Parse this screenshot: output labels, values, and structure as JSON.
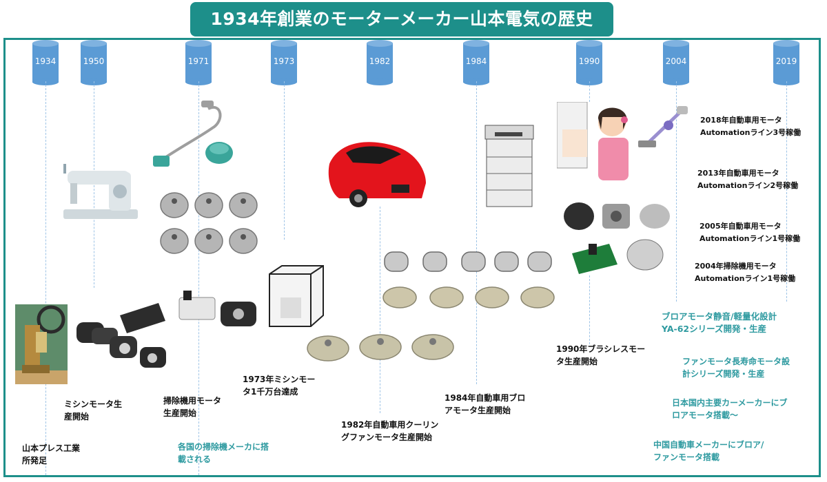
{
  "title": "1934年創業のモーターメーカー山本電気の歴史",
  "years": [
    "1934",
    "1950",
    "1971",
    "1973",
    "1982",
    "1984",
    "1990",
    "2004",
    "2019"
  ],
  "events": [
    {
      "key": "e1934",
      "lines": [
        "山本プレス工業",
        "所発足"
      ]
    },
    {
      "key": "e1950",
      "lines": [
        "ミシンモータ生",
        "産開始"
      ]
    },
    {
      "key": "e1971",
      "lines": [
        "掃除機用モータ",
        "生産開始"
      ]
    },
    {
      "key": "e1973",
      "lines": [
        "1973年ミシンモー",
        "タ1千万台達成"
      ]
    },
    {
      "key": "e1982",
      "lines": [
        "1982年自動車用クーリン",
        "グファンモータ生産開始"
      ]
    },
    {
      "key": "e1984",
      "lines": [
        "1984年自動車用ブロ",
        "アモータ生産開始"
      ]
    },
    {
      "key": "e1990",
      "lines": [
        "1990年ブラシレスモー",
        "タ生産開始"
      ]
    }
  ],
  "teal_left": [
    "各国の掃除機メーカに搭",
    "載される"
  ],
  "right_milestones": [
    [
      "2018年自動車用モータ",
      "Automationライン3号稼働"
    ],
    [
      "2013年自動車用モータ",
      "Automationライン2号稼働"
    ],
    [
      "2005年自動車用モータ",
      "Automationライン1号稼働"
    ],
    [
      "2004年掃除機用モータ",
      "Automationライン1号稼働"
    ]
  ],
  "teal_right": [
    [
      "ブロアモータ静音/軽量化設計",
      "YA-62シリーズ開発・生産"
    ],
    [
      "ファンモータ長寿命モータ設",
      "計シリーズ開発・生産"
    ],
    [
      "日本国内主要カーメーカーにブ",
      "ロアモータ搭載～"
    ],
    [
      "中国自動車メーカーにブロア/",
      "ファンモータ搭載"
    ]
  ],
  "colors": {
    "teal": "#1d8f8a",
    "year_blue": "#5b9bd5",
    "teal_text": "#2e9aa0"
  }
}
